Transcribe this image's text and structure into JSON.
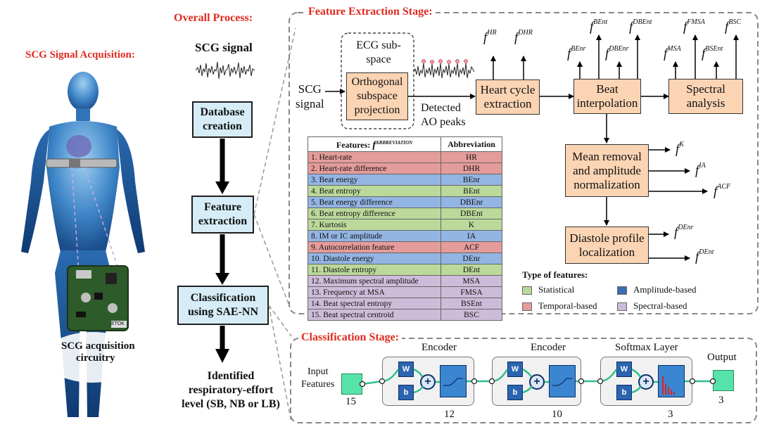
{
  "acquisition": {
    "title": "SCG Signal Acquisition:",
    "circuit_label_1": "SCG acquisition",
    "circuit_label_2": "circuitry",
    "board_text": "ETOK"
  },
  "process": {
    "title": "Overall Process:",
    "signal_label": "SCG signal",
    "box1": [
      "Database",
      "creation"
    ],
    "box2": [
      "Feature",
      "extraction"
    ],
    "box3": [
      "Classification",
      "using SAE-NN"
    ],
    "result": [
      "Identified",
      "respiratory-effort",
      "level (SB, NB or LB)"
    ]
  },
  "feature_stage": {
    "title": "Feature Extraction Stage:",
    "input_label": [
      "SCG",
      "signal"
    ],
    "ecg_label": [
      "ECG sub-",
      "space"
    ],
    "osp": [
      "Orthogonal",
      "subspace",
      "projection"
    ],
    "detected": [
      "Detected",
      "AO peaks"
    ],
    "heart_cycle": [
      "Heart cycle",
      "extraction"
    ],
    "beat_interp": [
      "Beat",
      "interpolation"
    ],
    "spectral": [
      "Spectral",
      "analysis"
    ],
    "mean_removal": [
      "Mean removal",
      "and amplitude",
      "normalization"
    ],
    "diastole": [
      "Diastole profile",
      "localization"
    ],
    "f": "f",
    "sup": {
      "hr": "HR",
      "dhr": "DHR",
      "benr": "BEnr",
      "bent": "BEnt",
      "dbenr": "DBEnr",
      "dbent": "DBEnt",
      "msa": "MSA",
      "fmsa": "FMSA",
      "bsent": "BSEnt",
      "bsc": "BSC",
      "k": "K",
      "ia": "IA",
      "acf": "ACF",
      "denr": "DEnr",
      "dent": "DEnt",
      "abbr": "ABBREVIATION"
    }
  },
  "table": {
    "header_features": "Features:",
    "header_abbr": "Abbreviation",
    "rows": [
      {
        "name": "1. Heart-rate",
        "abbr": "HR",
        "color": "#e49c9a"
      },
      {
        "name": "2. Heart-rate difference",
        "abbr": "DHR",
        "color": "#e49c9a"
      },
      {
        "name": "3. Beat energy",
        "abbr": "BEnr",
        "color": "#93b5e3"
      },
      {
        "name": "4. Beat entropy",
        "abbr": "BEnt",
        "color": "#bbd99a"
      },
      {
        "name": "5. Beat energy difference",
        "abbr": "DBEnr",
        "color": "#93b5e3"
      },
      {
        "name": "6. Beat entropy difference",
        "abbr": "DBEnt",
        "color": "#bbd99a"
      },
      {
        "name": "7. Kurtosis",
        "abbr": "K",
        "color": "#bbd99a"
      },
      {
        "name": "8. IM or IC amplitude",
        "abbr": "IA",
        "color": "#93b5e3"
      },
      {
        "name": "9. Autocorrelation feature",
        "abbr": "ACF",
        "color": "#e49c9a"
      },
      {
        "name": "10. Diastole energy",
        "abbr": "DEnr",
        "color": "#93b5e3"
      },
      {
        "name": "11. Diastole entropy",
        "abbr": "DEnt",
        "color": "#bbd99a"
      },
      {
        "name": "12. Maximum spectral amplitude",
        "abbr": "MSA",
        "color": "#cdbcd9"
      },
      {
        "name": "13. Frequency at MSA",
        "abbr": "FMSA",
        "color": "#cdbcd9"
      },
      {
        "name": "14. Beat spectral entropy",
        "abbr": "BSEnt",
        "color": "#cdbcd9"
      },
      {
        "name": "15. Beat spectral centroid",
        "abbr": "BSC",
        "color": "#cdbcd9"
      }
    ]
  },
  "legend": {
    "title": "Type of features:",
    "statistical": "Statistical",
    "temporal": "Temporal-based",
    "amplitude": "Amplitude-based",
    "spectral": "Spectral-based",
    "colors": {
      "statistical": "#bbd99a",
      "temporal": "#e49c9a",
      "amplitude": "#3b6db3",
      "spectral": "#cdbcd9"
    }
  },
  "classification": {
    "title": "Classification Stage:",
    "input": [
      "Input",
      "Features"
    ],
    "input_size": "15",
    "encoder1": "Encoder",
    "encoder1_size": "12",
    "encoder2": "Encoder",
    "encoder2_size": "10",
    "softmax": "Softmax Layer",
    "softmax_size": "3",
    "output": "Output",
    "output_size": "3",
    "w": "W",
    "b": "b",
    "plus": "+"
  }
}
